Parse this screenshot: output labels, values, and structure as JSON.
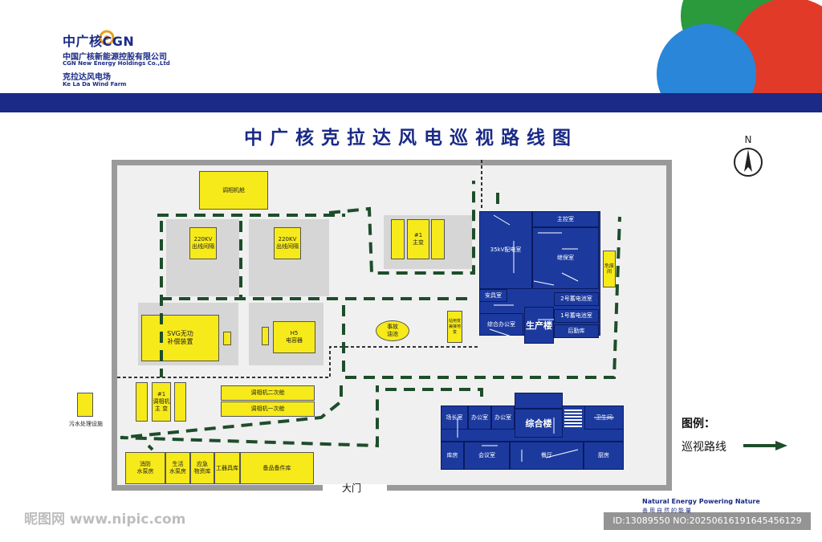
{
  "header": {
    "brand": "中广核CGN",
    "company_cn": "中国广核新能源控股有限公司",
    "company_en": "CGN New Energy Holdings Co.,Ltd",
    "farm_cn": "克拉达风电场",
    "farm_en": "Ke La Da Wind Farm",
    "colors": {
      "bar": "#1a2a86",
      "green": "#2a9a3c",
      "blue": "#2a86d8",
      "red": "#e23a28"
    }
  },
  "title": "中广核克拉达风电巡视路线图",
  "compass": "N",
  "facilities": {
    "tiaoxiangjicang": "调相机舱",
    "kv220_1": "220KV\n出线间隔",
    "kv220_2": "220KV\n出线间隔",
    "main_trans": "#1\n主变",
    "svg": "SVG无功\n补偿装置",
    "h5": "H5\n电容器",
    "oil_pool": "事故\n油池",
    "station_trans": "站用变\n兼接地变",
    "tiaoxiang_main_trans": "#1\n调相机\n主 变",
    "sec_cabin": "调相机二次舱",
    "pri_cabin": "调相机一次舱",
    "sewage": "污水处理设施",
    "fire_pump": "消防\n水泵房",
    "life_pump": "生活\n水泵房",
    "emergency": "应急\n物资库",
    "tools": "工器具库",
    "spares": "备品备件库",
    "unknown_room": "危废间"
  },
  "production_building": {
    "name": "生产楼",
    "rooms": {
      "main_control": "主控室",
      "kv35": "35kV配电室",
      "relay": "继保室",
      "safety": "安具室",
      "battery2": "2号蓄电池室",
      "battery1": "1号蓄电池室",
      "office": "综合办公室",
      "logistics": "后勤库"
    }
  },
  "complex_building": {
    "name": "综合楼",
    "rooms": {
      "director": "场长室",
      "office1": "办公室",
      "office2": "办公室",
      "toilet": "卫生间",
      "storage": "库房",
      "meeting": "会议室",
      "dining": "餐厅",
      "kitchen": "厨房"
    }
  },
  "gate": "大门",
  "legend": {
    "title": "图例：",
    "route": "巡视路线",
    "route_color": "#1e4d2b"
  },
  "footer": {
    "slogan_en": "Natural Energy Powering Nature",
    "slogan_cn": "善用自然的能量",
    "watermark": "昵图网 www.nipic.com",
    "id": "ID:13089550 NO:20250616191645456129"
  }
}
